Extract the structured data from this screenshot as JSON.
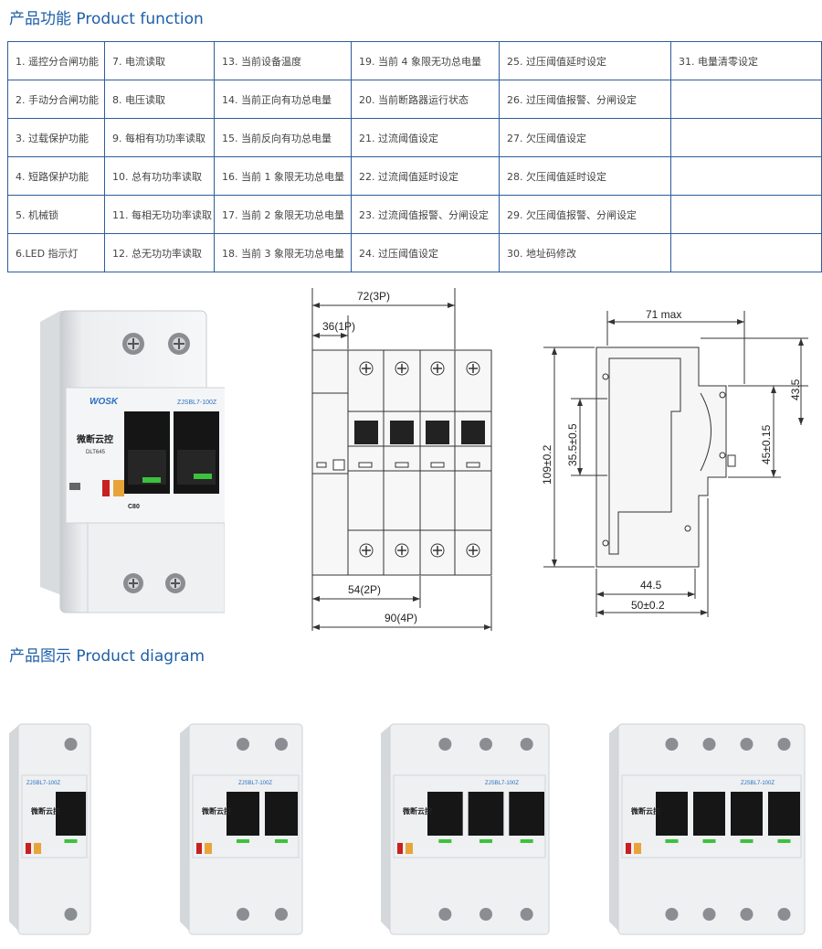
{
  "sections": {
    "function_title": "产品功能 Product function",
    "diagram_title": "产品图示 Product diagram"
  },
  "functions": [
    [
      "1. 遥控分合闸功能",
      "7. 电流读取",
      "13. 当前设备温度",
      "19. 当前 4 象限无功总电量",
      "25. 过压阈值延时设定",
      "31. 电量清零设定"
    ],
    [
      "2. 手动分合闸功能",
      "8. 电压读取",
      "14. 当前正向有功总电量",
      "20. 当前断路器运行状态",
      "26. 过压阈值报警、分闸设定",
      ""
    ],
    [
      "3. 过载保护功能",
      "9. 每相有功功率读取",
      "15. 当前反向有功总电量",
      "21. 过流阈值设定",
      "27. 欠压阈值设定",
      ""
    ],
    [
      "4. 短路保护功能",
      "10. 总有功功率读取",
      "16. 当前 1 象限无功总电量",
      "22. 过流阈值延时设定",
      "28. 欠压阈值延时设定",
      ""
    ],
    [
      "5. 机械锁",
      "11. 每相无功功率读取",
      "17. 当前 2 象限无功总电量",
      "23. 过流阈值报警、分闸设定",
      "29. 欠压阈值报警、分闸设定",
      ""
    ],
    [
      "6.LED 指示灯",
      "12. 总无功功率读取",
      "18. 当前 3 象限无功总电量",
      "24. 过压阈值设定",
      "30. 地址码修改",
      ""
    ]
  ],
  "front_dims": {
    "d72": "72(3P)",
    "d36": "36(1P)",
    "d54": "54(2P)",
    "d90": "90(4P)"
  },
  "side_dims": {
    "d71": "71 max",
    "d435": "43.5",
    "d355": "35.5±0.5",
    "d45": "45±0.15",
    "d109": "109±0.2",
    "d445": "44.5",
    "d50": "50±0.2"
  },
  "device": {
    "brand": "WOSK",
    "model": "ZJSBL7-100Z",
    "name": "微断云控",
    "code": "DLT645",
    "rating": "C80"
  }
}
